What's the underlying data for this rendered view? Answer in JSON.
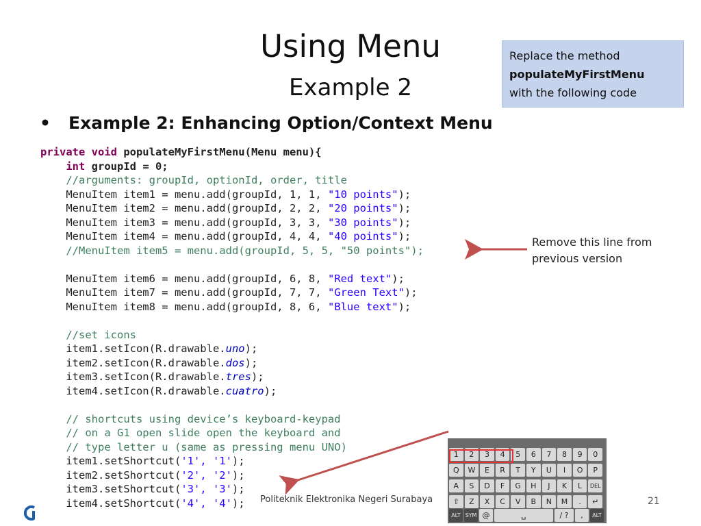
{
  "slide": {
    "title": "Using Menu",
    "subtitle": "Example 2",
    "bullet": "Example 2: Enhancing Option/Context Menu",
    "callout": {
      "line1": "Replace the method",
      "method": "populateMyFirstMenu",
      "line3": "with the following code"
    },
    "remove_note": {
      "line1": "Remove this line from",
      "line2": "previous version"
    },
    "footer": "Politeknik Elektronika Negeri Surabaya",
    "page_number": "21"
  },
  "code": {
    "l1_a": "private void",
    "l1_b": " populateMyFirstMenu(Menu menu){",
    "l2_a": "int",
    "l2_b": " groupId = 0;",
    "l3": "//arguments: groupId, optionId, order, title",
    "l4_a": "MenuItem item1 = menu.add(groupId, 1, 1, ",
    "l4_s": "\"10 points\"",
    "l5_a": "MenuItem item2 = menu.add(groupId, 2, 2, ",
    "l5_s": "\"20 points\"",
    "l6_a": "MenuItem item3 = menu.add(groupId, 3, 3, ",
    "l6_s": "\"30 points\"",
    "l7_a": "MenuItem item4 = menu.add(groupId, 4, 4, ",
    "l7_s": "\"40 points\"",
    "l8": "//MenuItem item5 = menu.add(groupId, 5, 5, \"50 points\");",
    "l10_a": "MenuItem item6 = menu.add(groupId, 6, 8, ",
    "l10_s": "\"Red text\"",
    "l11_a": "MenuItem item7 = menu.add(groupId, 7, 7, ",
    "l11_s": "\"Green Text\"",
    "l12_a": "MenuItem item8 = menu.add(groupId, 8, 6, ",
    "l12_s": "\"Blue text\"",
    "tail": ");",
    "l14": "//set icons",
    "l15_a": "item1.setIcon(R.drawable.",
    "l15_i": "uno",
    "l16_a": "item2.setIcon(R.drawable.",
    "l16_i": "dos",
    "l17_a": "item3.setIcon(R.drawable.",
    "l17_i": "tres",
    "l18_a": "item4.setIcon(R.drawable.",
    "l18_i": "cuatro",
    "l20": "// shortcuts using device’s keyboard-keypad",
    "l21": "// on a G1 open slide open the keyboard and",
    "l22": "// type letter u (same as pressing menu UNO)",
    "l23_a": "item1.setShortcut(",
    "l23_s": "'1', '1'",
    "l24_a": "item2.setShortcut(",
    "l24_s": "'2', '2'",
    "l25_a": "item3.setShortcut(",
    "l25_s": "'3', '3'",
    "l26_a": "item4.setShortcut(",
    "l26_s": "'4', '4'"
  },
  "keyboard": {
    "row1": [
      "1",
      "2",
      "3",
      "4",
      "5",
      "6",
      "7",
      "8",
      "9",
      "0"
    ],
    "row2": [
      "Q",
      "W",
      "E",
      "R",
      "T",
      "Y",
      "U",
      "I",
      "O",
      "P"
    ],
    "row3": [
      "A",
      "S",
      "D",
      "F",
      "G",
      "H",
      "J",
      "K",
      "L",
      "DEL"
    ],
    "row4": [
      "⇧",
      "Z",
      "X",
      "C",
      "V",
      "B",
      "N",
      "M",
      ".",
      "↵"
    ],
    "row5": [
      "ALT",
      "SYM",
      "@",
      "␣",
      "/ ?",
      ",",
      "ALT"
    ]
  },
  "colors": {
    "callout_bg": "#c5d3ec",
    "arrow": "#c0504d",
    "highlight": "#e03030",
    "keyword": "#7f0055",
    "comment": "#3f7f5f",
    "string": "#2a00ff"
  }
}
